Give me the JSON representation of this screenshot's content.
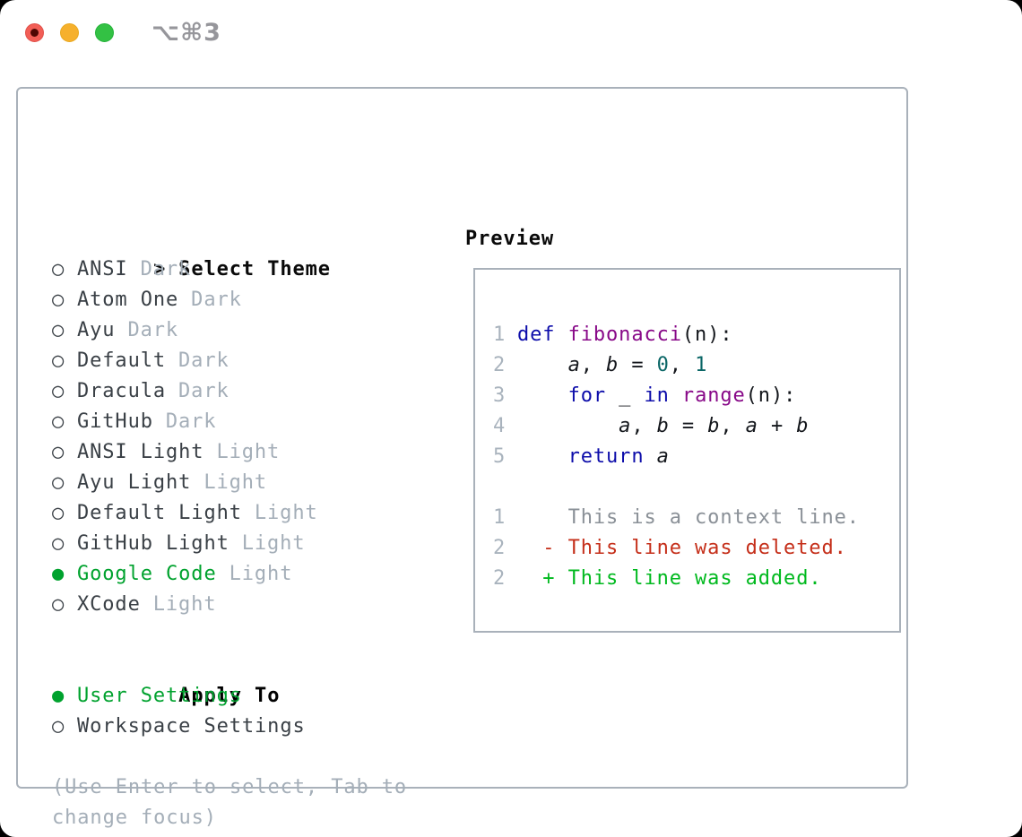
{
  "window": {
    "shortcut_label": "⌥⌘3",
    "traffic_lights": [
      {
        "name": "close-button"
      },
      {
        "name": "minimize-button"
      },
      {
        "name": "zoom-button"
      }
    ]
  },
  "theme_panel": {
    "title_prefix": ">",
    "title": "Select Theme",
    "items": [
      {
        "name": "ANSI",
        "variant": "Dark",
        "selected": false
      },
      {
        "name": "Atom One",
        "variant": "Dark",
        "selected": false
      },
      {
        "name": "Ayu",
        "variant": "Dark",
        "selected": false
      },
      {
        "name": "Default",
        "variant": "Dark",
        "selected": false
      },
      {
        "name": "Dracula",
        "variant": "Dark",
        "selected": false
      },
      {
        "name": "GitHub",
        "variant": "Dark",
        "selected": false
      },
      {
        "name": "ANSI Light",
        "variant": "Light",
        "selected": false
      },
      {
        "name": "Ayu Light",
        "variant": "Light",
        "selected": false
      },
      {
        "name": "Default Light",
        "variant": "Light",
        "selected": false
      },
      {
        "name": "GitHub Light",
        "variant": "Light",
        "selected": false
      },
      {
        "name": "Google Code",
        "variant": "Light",
        "selected": true
      },
      {
        "name": "XCode",
        "variant": "Light",
        "selected": false
      }
    ]
  },
  "apply_panel": {
    "title": "Apply To",
    "options": [
      {
        "label": "User Settings",
        "selected": true
      },
      {
        "label": "Workspace Settings",
        "selected": false
      }
    ]
  },
  "hint": "(Use Enter to select, Tab to change focus)",
  "preview": {
    "title": "Preview",
    "code_lines": [
      {
        "number": "1",
        "segments": [
          {
            "t": "def",
            "c": "kwd"
          },
          {
            "t": " ",
            "c": "pln"
          },
          {
            "t": "fibonacci",
            "c": "fun"
          },
          {
            "t": "(n):",
            "c": "pln"
          }
        ]
      },
      {
        "number": "2",
        "segments": [
          {
            "t": "    ",
            "c": "pln"
          },
          {
            "t": "a",
            "c": "var"
          },
          {
            "t": ", ",
            "c": "pln"
          },
          {
            "t": "b",
            "c": "var"
          },
          {
            "t": " = ",
            "c": "pln"
          },
          {
            "t": "0",
            "c": "num"
          },
          {
            "t": ", ",
            "c": "pln"
          },
          {
            "t": "1",
            "c": "num"
          }
        ]
      },
      {
        "number": "3",
        "segments": [
          {
            "t": "    ",
            "c": "pln"
          },
          {
            "t": "for",
            "c": "kwd"
          },
          {
            "t": " _ ",
            "c": "pln"
          },
          {
            "t": "in",
            "c": "kwd"
          },
          {
            "t": " ",
            "c": "pln"
          },
          {
            "t": "range",
            "c": "fun"
          },
          {
            "t": "(n):",
            "c": "pln"
          }
        ]
      },
      {
        "number": "4",
        "segments": [
          {
            "t": "        ",
            "c": "pln"
          },
          {
            "t": "a",
            "c": "var"
          },
          {
            "t": ", ",
            "c": "pln"
          },
          {
            "t": "b",
            "c": "var"
          },
          {
            "t": " = ",
            "c": "pln"
          },
          {
            "t": "b",
            "c": "var"
          },
          {
            "t": ", ",
            "c": "pln"
          },
          {
            "t": "a",
            "c": "var"
          },
          {
            "t": " + ",
            "c": "pln"
          },
          {
            "t": "b",
            "c": "var"
          }
        ]
      },
      {
        "number": "5",
        "segments": [
          {
            "t": "    ",
            "c": "pln"
          },
          {
            "t": "return",
            "c": "kwd"
          },
          {
            "t": " ",
            "c": "pln"
          },
          {
            "t": "a",
            "c": "var"
          }
        ]
      }
    ],
    "diff_lines": [
      {
        "number": "1",
        "marker": " ",
        "text": "This is a context line.",
        "kind": "context"
      },
      {
        "number": "2",
        "marker": "-",
        "text": "This line was deleted.",
        "kind": "deleted"
      },
      {
        "number": "2",
        "marker": "+",
        "text": "This line was added.",
        "kind": "added"
      }
    ]
  },
  "colors": {
    "border_gray": "#a9b1ba",
    "text_dark": "#3a4046",
    "muted_gray": "#a4aeb8",
    "line_number_gray": "#a9b3bd",
    "selected_green": "#00a22e",
    "keyword_blue": "#0d0daa",
    "function_purple": "#880988",
    "number_teal": "#0a6666",
    "code_plain": "#14171c",
    "context_gray": "#8a9097",
    "deleted_red": "#c52f1a",
    "added_green": "#00b91e",
    "tl_red": "#f25e56",
    "tl_yellow": "#f6b02c",
    "tl_green": "#33c144"
  }
}
